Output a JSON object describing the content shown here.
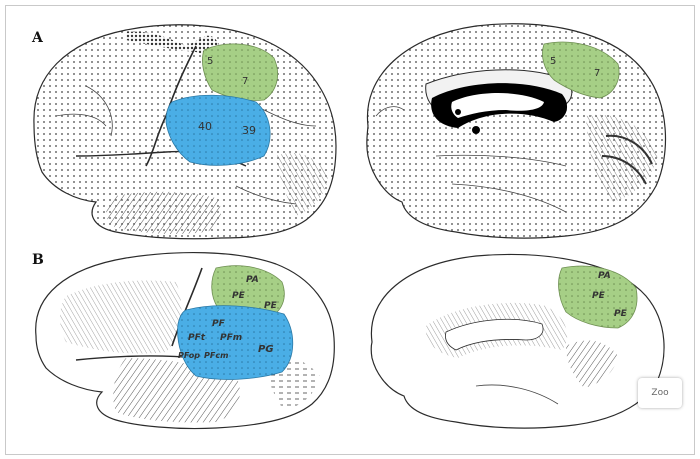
{
  "panels": [
    {
      "label": "A",
      "areas_lateral": [
        "5",
        "7",
        "40",
        "39"
      ],
      "areas_medial": [
        "5",
        "7"
      ]
    },
    {
      "label": "B",
      "areas_lateral": [
        "PA",
        "PE",
        "PE",
        "PF",
        "PFt",
        "PFm",
        "PG",
        "PFop",
        "PFcm"
      ],
      "areas_medial": [
        "PA",
        "PE",
        "PE"
      ]
    }
  ],
  "colors": {
    "superior_parietal": "#a6cf86",
    "inferior_parietal": "#4aaee6",
    "ink": "#2b2b2b",
    "ventricle": "#000000"
  },
  "watermark": "Zoo"
}
